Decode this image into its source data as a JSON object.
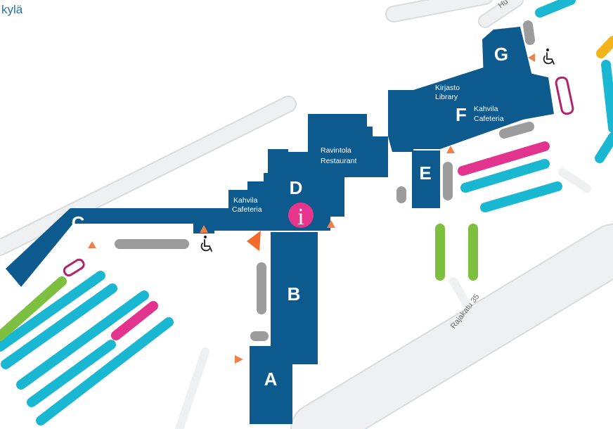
{
  "map": {
    "place_fragment": "kylä",
    "street_label": "Rajakatu 35",
    "street_label_top": "Hu",
    "info_symbol": "i",
    "wings": {
      "a": "A",
      "b": "B",
      "c": "C",
      "d": "D",
      "e": "E",
      "f": "F",
      "g": "G"
    },
    "facilities": {
      "cafeteria_d_fi": "Kahvila",
      "cafeteria_d_en": "Cafeteria",
      "restaurant_fi": "Ravintola",
      "restaurant_en": "Restaurant",
      "library_fi": "Kirjasto",
      "library_en": "Library",
      "cafeteria_f_fi": "Kahvila",
      "cafeteria_f_en": "Cafeteria"
    },
    "colors": {
      "building": "#0d5a8e",
      "road": "#eef0f2",
      "road_edge": "#d9dcdf",
      "parking_cyan": "#19b7d2",
      "parking_green": "#7dbf3f",
      "parking_pink": "#e2338f",
      "parking_yellow": "#f3b31b",
      "parking_gray": "#9c9c9c",
      "entrance_arrow": "#f0804a",
      "info_pink": "#e7348c",
      "bike_outline": "#b0246a"
    },
    "icons": [
      "wheelchair-icon",
      "info-icon",
      "entrance-arrow-icon",
      "you-are-here-arrow-icon"
    ]
  }
}
